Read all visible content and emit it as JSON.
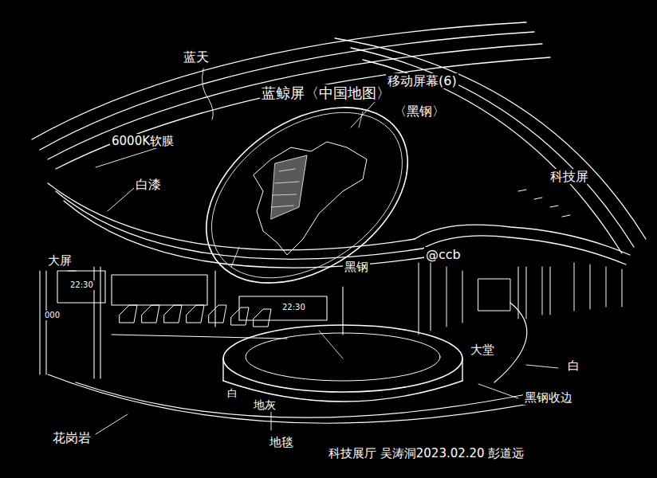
{
  "diagram": {
    "labels": [
      "蓝天",
      "蓝鲸屏〈中国地图〉",
      "移动屏幕(6)",
      "〈黑钢〉",
      "6000K软膜",
      "白漆",
      "大屏",
      "22:30",
      "000",
      "22:30",
      "黑钢",
      "@ccb",
      "科技屏",
      "大堂",
      "白",
      "黑钢收边",
      "白",
      "地灰",
      "花岗岩",
      "地毯",
      "科技展厅 吴涛洞2023.02.20 彭道远"
    ]
  }
}
